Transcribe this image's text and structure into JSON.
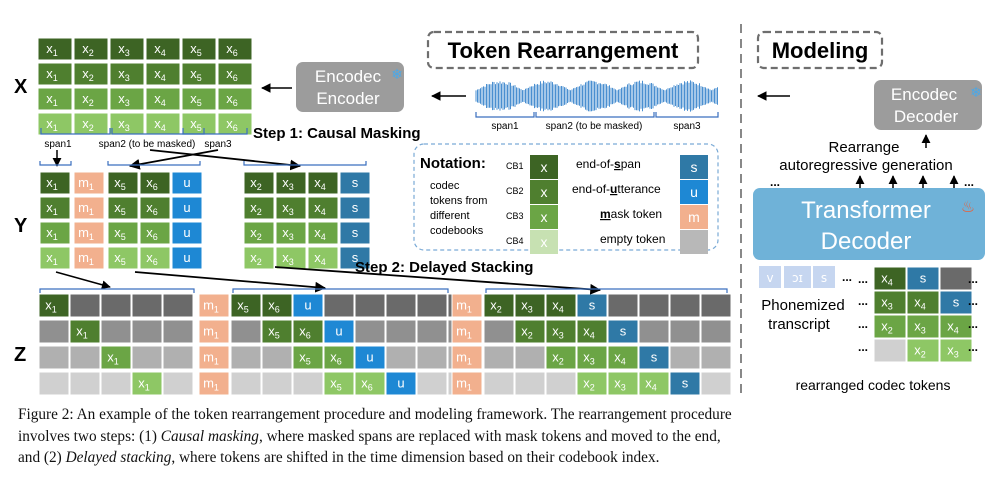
{
  "rows": {
    "x": "X",
    "y": "Y",
    "z": "Z"
  },
  "tokens": {
    "x1": "x",
    "x2": "x",
    "x3": "x",
    "x4": "x",
    "x5": "x",
    "x6": "x",
    "m": "m",
    "u": "u",
    "s": "s",
    "sub1": "1",
    "sub2": "2",
    "sub3": "3",
    "sub4": "4",
    "sub5": "5",
    "sub6": "6"
  },
  "span_labels": {
    "span1": "span1",
    "span2": "span2 (to be masked)",
    "span3": "span3"
  },
  "steps": {
    "step1": "Step 1: Causal Masking",
    "step2": "Step 2: Delayed Stacking"
  },
  "sections": {
    "token_rearrangement": "Token Rearrangement",
    "modeling": "Modeling"
  },
  "encoder": {
    "line1": "Encodec",
    "line2": "Encoder"
  },
  "decoder": {
    "line1": "Encodec",
    "line2": "Decoder"
  },
  "transformer": {
    "line1": "Transformer",
    "line2": "Decoder"
  },
  "rearrange": {
    "line1": "Rearrange",
    "line2": "autoregressive generation"
  },
  "phonemized": {
    "line1": "Phonemized",
    "line2": "transcript",
    "tok1": "v",
    "tok2": "ɔɪ",
    "tok3": "s"
  },
  "rearranged_label": "rearranged codec tokens",
  "ellipsis": "...",
  "notation": {
    "title": "Notation:",
    "desc": [
      "codec",
      "tokens from",
      "different",
      "codebooks"
    ],
    "cb": [
      "CB1",
      "CB2",
      "CB3",
      "CB4"
    ],
    "end_of_span": {
      "a": "end-of-",
      "b": "s",
      "c": "pan"
    },
    "end_of_utterance": {
      "a": "end-of-",
      "b": "u",
      "c": "tterance"
    },
    "mask_token": {
      "b": "m",
      "c": "ask token"
    },
    "empty_token": "empty token"
  },
  "caption": {
    "line1": "Figure 2: An example of the token rearrangement procedure and modeling framework. The rearrangement procedure",
    "line2a": "involves two steps: (1) ",
    "line2b": "Causal masking",
    "line2c": ", where masked spans are replaced with mask tokens and moved to the end,",
    "line3a": "and (2) ",
    "line3b": "Delayed stacking",
    "line3c": ", where tokens are shifted in the time dimension based on their codebook index."
  },
  "colors": {
    "cb1": "#3d6424",
    "cb2": "#4f7f2f",
    "cb3": "#6ba545",
    "cb4": "#8ec765",
    "cb4_light": "#c7e1b2",
    "s": "#2f79a6",
    "u": "#1e88d4",
    "m": "#f2b08e",
    "empty1": "#6a6a6a",
    "empty2": "#909090",
    "empty3": "#b0b0b0",
    "empty4": "#d0d0d0",
    "box_gray": "#9c9c9c",
    "transformer": "#6fb2d8",
    "wave": "#4a8fd0"
  }
}
